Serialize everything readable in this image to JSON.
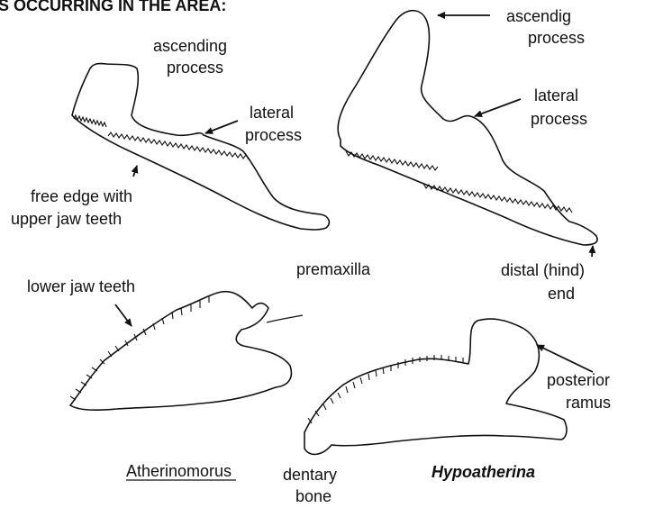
{
  "header_fragment": "S OCCURRING IN THE AREA:",
  "labels": {
    "ascending_process_left": [
      "ascending",
      "process"
    ],
    "lateral_process_left": [
      "lateral",
      "process"
    ],
    "free_edge": [
      "free edge with",
      "upper jaw teeth"
    ],
    "ascending_process_right": [
      "ascendig",
      "process"
    ],
    "lateral_process_right": [
      "lateral",
      "process"
    ],
    "premaxilla": "premaxilla",
    "distal_end": [
      "distal (hind)",
      "end"
    ],
    "lower_jaw_teeth": "lower jaw teeth",
    "posterior_ramus": [
      "posterior",
      "ramus"
    ],
    "dentary_bone": [
      "dentary",
      "bone"
    ]
  },
  "genera": {
    "left": "Atherinomorus",
    "right": "Hypoatherina"
  }
}
